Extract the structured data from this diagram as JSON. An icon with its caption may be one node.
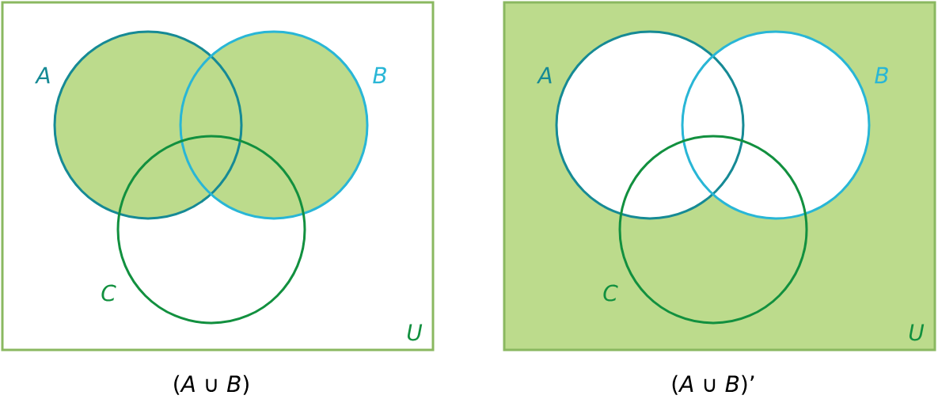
{
  "diagram": {
    "nodes": [
      {
        "text": [
          "U"
        ],
        "beside": [
          "(*A* ∪ *B*)"
        ]
      },
      {
        "text": [],
        "shape": "circle",
        "in": 0,
        "beside": [
          "A"
        ]
      },
      {
        "text": [],
        "shape": "circle",
        "in": 0,
        "beside": [
          "B"
        ]
      },
      {
        "text": [],
        "shape": "circle",
        "in": 0,
        "beside": [
          "C"
        ]
      },
      {
        "text": [
          "U"
        ],
        "beside": [
          "(*A* ∪ *B*)’"
        ]
      },
      {
        "text": [],
        "shape": "circle",
        "in": 4,
        "beside": [
          "A"
        ]
      },
      {
        "text": [],
        "shape": "circle",
        "in": 4,
        "beside": [
          "B"
        ]
      },
      {
        "text": [],
        "shape": "circle",
        "in": 4,
        "beside": [
          "C"
        ]
      }
    ],
    "edges": []
  }
}
